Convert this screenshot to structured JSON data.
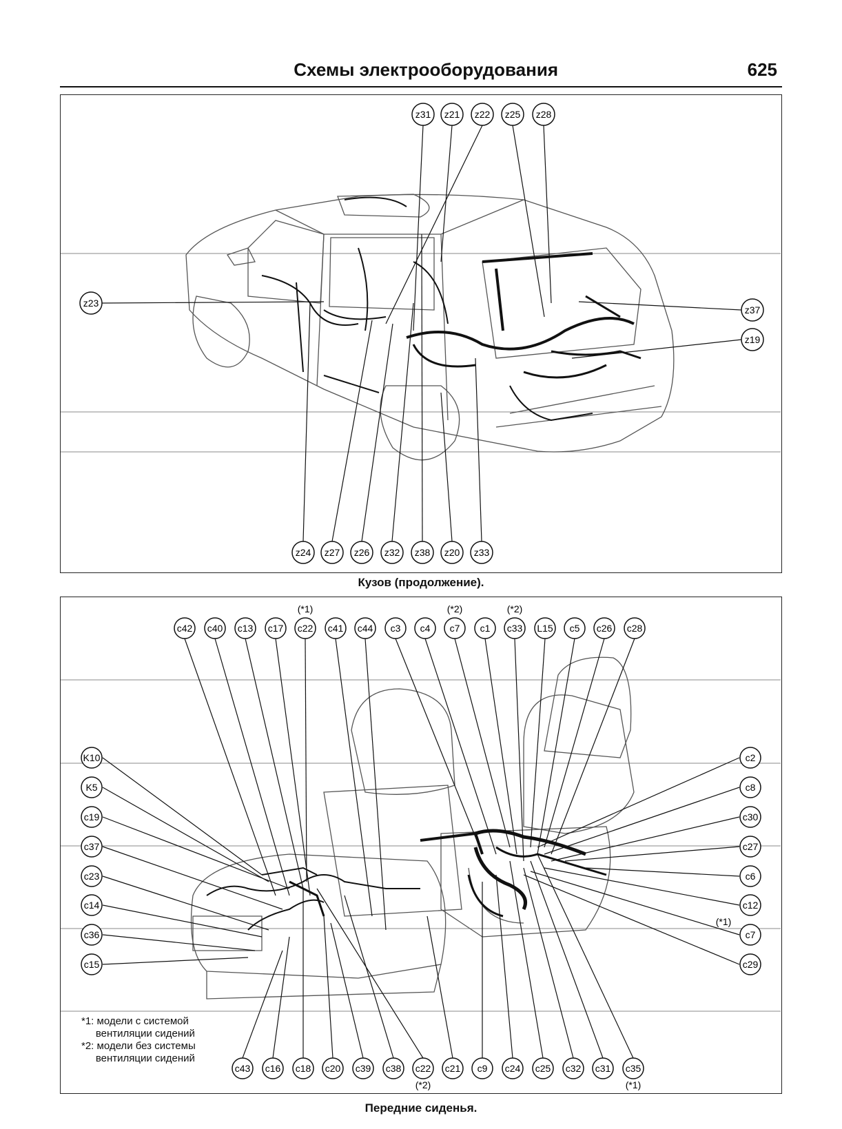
{
  "header": {
    "title": "Схемы электрооборудования",
    "page_number": "625"
  },
  "body_figure": {
    "caption": "Кузов (продолжение).",
    "top_labels": [
      "z31",
      "z21",
      "z22",
      "z25",
      "z28"
    ],
    "bottom_labels": [
      "z24",
      "z27",
      "z26",
      "z32",
      "z38",
      "z20",
      "z33"
    ],
    "left_labels": [
      "z23"
    ],
    "right_labels": [
      "z37",
      "z19"
    ]
  },
  "seat_figure": {
    "caption": "Передние сиденья.",
    "top_labels": [
      "c42",
      "c40",
      "c13",
      "c17",
      "c22",
      "c41",
      "c44",
      "c3",
      "c4",
      "c7",
      "c1",
      "c33",
      "L15",
      "c5",
      "c26",
      "c28"
    ],
    "top_notes": {
      "c22": "(*1)",
      "c7": "(*2)",
      "c33": "(*2)"
    },
    "left_labels": [
      "K10",
      "K5",
      "c19",
      "c37",
      "c23",
      "c14",
      "c36",
      "c15"
    ],
    "right_labels": [
      "c2",
      "c8",
      "c30",
      "c27",
      "c6",
      "c12",
      "c7",
      "c29"
    ],
    "right_notes": {
      "c7": "(*1)"
    },
    "bottom_labels": [
      "c43",
      "c16",
      "c18",
      "c20",
      "c39",
      "c38",
      "c22",
      "c21",
      "c9",
      "c24",
      "c25",
      "c32",
      "c31",
      "c35"
    ],
    "bottom_notes": {
      "c22": "(*2)",
      "c35": "(*1)"
    },
    "footnotes": [
      "*1: модели с системой",
      "     вентиляции сидений",
      "*2: модели без системы",
      "     вентиляции сидений"
    ]
  }
}
